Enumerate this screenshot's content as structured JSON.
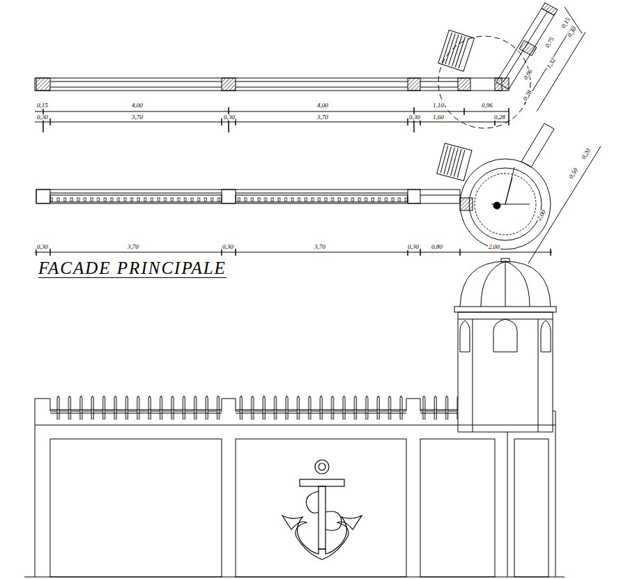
{
  "diagram": {
    "title": "FACADE PRINCIPALE",
    "labels": [
      "0,15",
      "4,00",
      "4,00",
      "1,10",
      "0,96",
      "0,30",
      "3,70",
      "0,30",
      "3,70",
      "0,30",
      "1,60",
      "0,28",
      "0,15",
      "0,30",
      "0,75",
      "1,32",
      "0,96",
      "0,28",
      "0,30",
      "3,70",
      "0,30",
      "3,70",
      "0,30",
      "0,80",
      "2,00",
      "2,00",
      "0,50",
      "0,20"
    ]
  }
}
